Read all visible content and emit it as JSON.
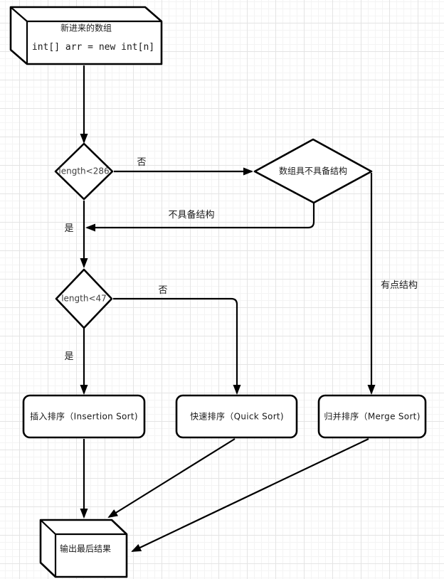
{
  "canvas": {
    "background": "#ffffff",
    "grid_minor_color": "#f4f4f4",
    "grid_major_color": "#e4e4e4",
    "stroke_color": "#000000"
  },
  "nodes": {
    "input_array": {
      "title": "新进来的数组",
      "code": "int[] arr = new int[n]"
    },
    "check_length_286": {
      "label": "length<286"
    },
    "check_structure": {
      "label": "数组具不具备结构"
    },
    "check_length_47": {
      "label": "length<47"
    },
    "insertion_sort": {
      "label": "插入排序（Insertion Sort)"
    },
    "quick_sort": {
      "label": "快速排序（Quick Sort)"
    },
    "merge_sort": {
      "label": "归并排序（Merge Sort)"
    },
    "output_result": {
      "label": "输出最后结果"
    }
  },
  "edge_labels": {
    "length_286_no": "否",
    "length_286_yes": "是",
    "no_structure": "不具备结构",
    "some_structure": "有点结构",
    "length_47_no": "否",
    "length_47_yes": "是"
  }
}
